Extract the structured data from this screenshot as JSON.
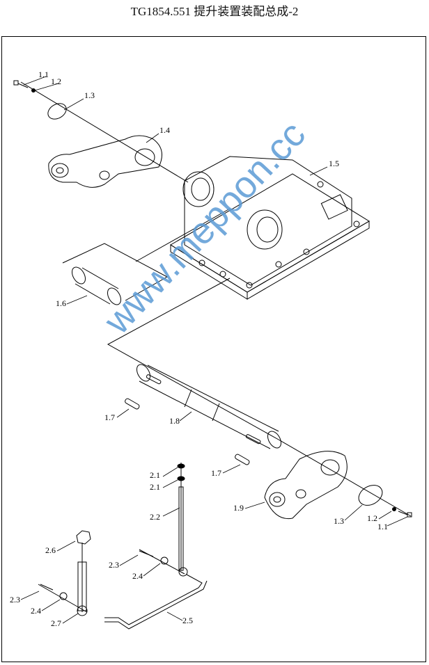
{
  "title": "TG1854.551  提升装置装配总成-2",
  "watermark": "www.meppon.cc",
  "labels": {
    "l1": "1.1",
    "l2": "1.2",
    "l3": "1.3",
    "l4": "1.4",
    "l5": "1.5",
    "l6": "1.6",
    "l7a": "1.7",
    "l8": "1.8",
    "l7b": "1.7",
    "l9": "1.9",
    "l3b": "1.3",
    "l2b": "1.2",
    "l1b": "1.1",
    "m1a": "2.1",
    "m1b": "2.1",
    "m2": "2.2",
    "m6": "2.6",
    "m3a": "2.3",
    "m4a": "2.4",
    "m3b": "2.3",
    "m4b": "2.4",
    "m7": "2.7",
    "m5": "2.5"
  }
}
